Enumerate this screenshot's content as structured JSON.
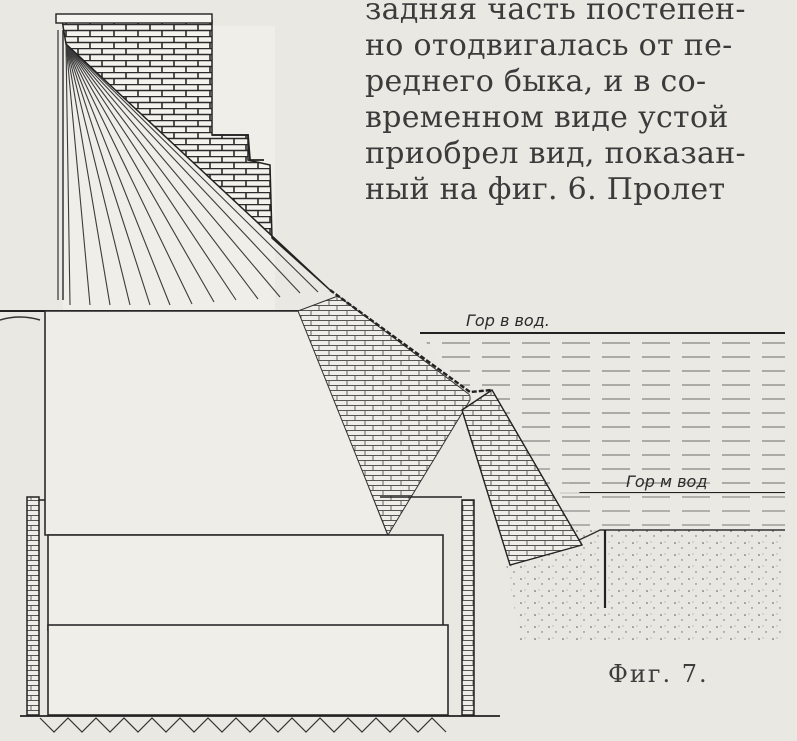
{
  "text": {
    "lines": [
      "задняя часть постепен-",
      "но отодвигалась от пе-",
      "реднего быка, и в со-",
      "временном виде устой",
      "приобрел вид, показан-",
      "ный на фиг. 6. Пролет"
    ]
  },
  "labels": {
    "high_water": "Гор в вод.",
    "low_water": "Гор м вод"
  },
  "caption": "Фиг. 7."
}
